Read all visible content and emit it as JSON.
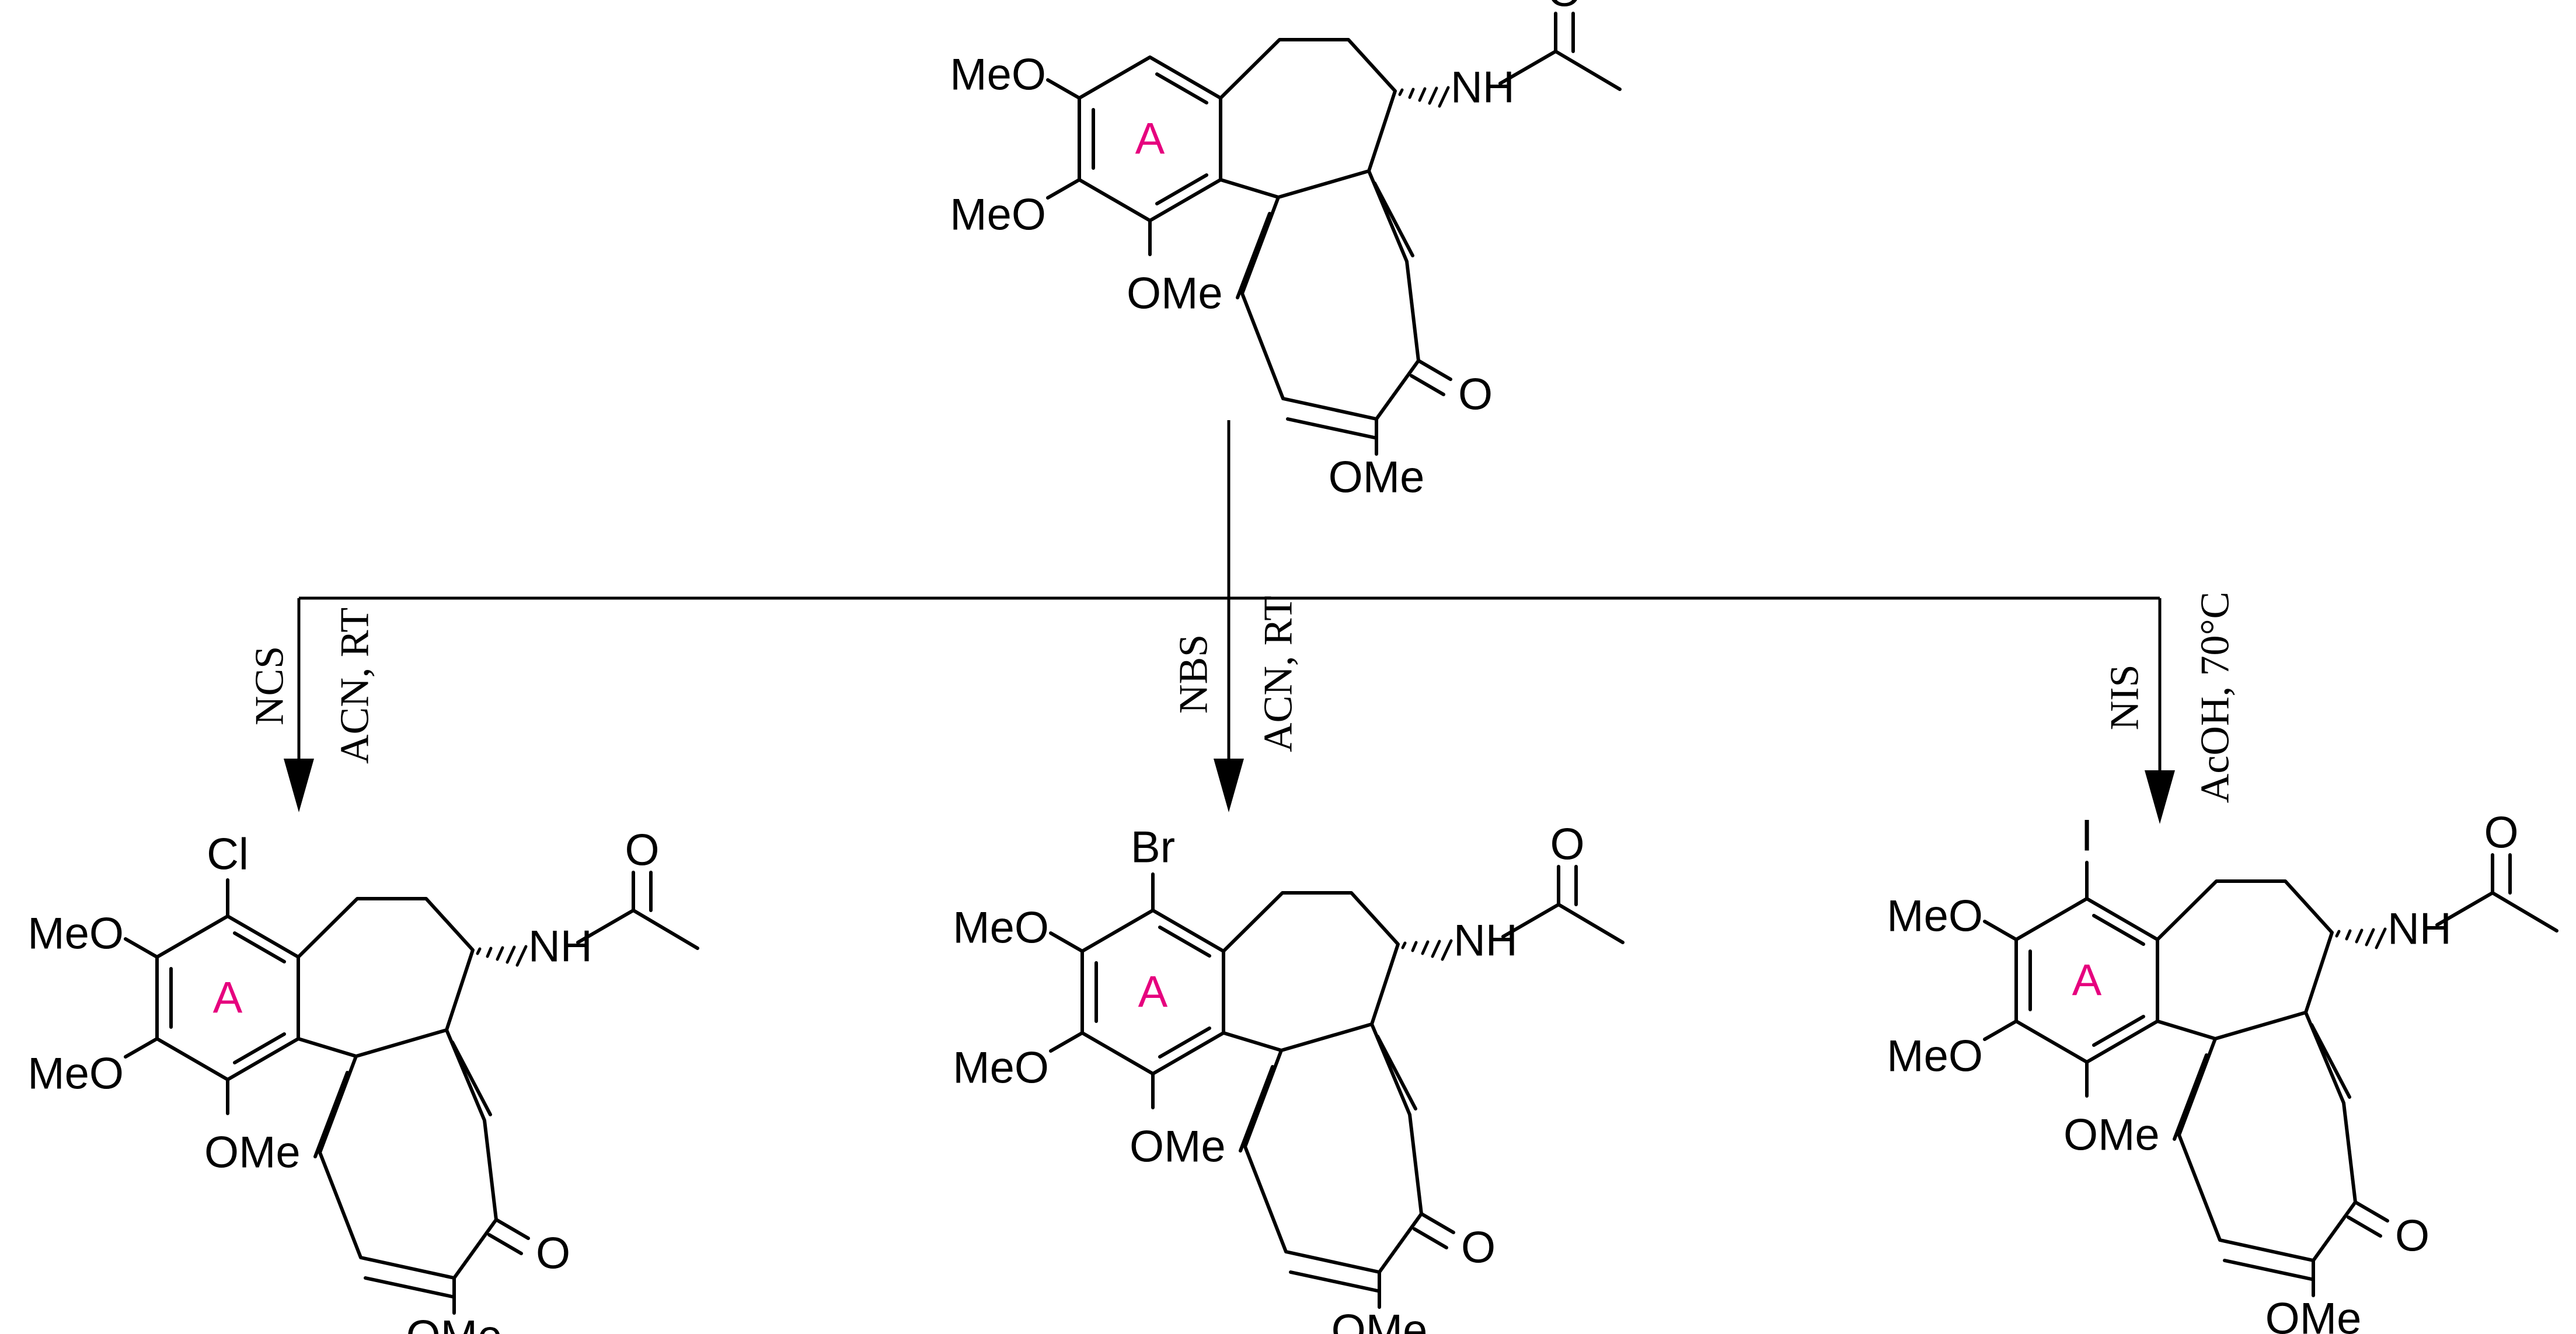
{
  "scheme": {
    "ring_label_color": "#e6007e",
    "starting_material": {
      "labels": {
        "ome_top": "MeO",
        "ome_mid": "MeO",
        "ome_bottom": "OMe",
        "ome_tropolone": "OMe",
        "nh": "NH",
        "ketone_o": "O",
        "acetyl_o": "O",
        "ring": "A"
      }
    },
    "products": [
      {
        "halogen": "Cl",
        "reagent": "NCS",
        "conditions": "ACN, RT",
        "labels": {
          "ome_top": "MeO",
          "ome_mid": "MeO",
          "ome_bottom": "OMe",
          "ome_tropolone": "OMe",
          "nh": "NH",
          "ketone_o": "O",
          "acetyl_o": "O",
          "ring": "A"
        }
      },
      {
        "halogen": "Br",
        "reagent": "NBS",
        "conditions": "ACN, RT",
        "labels": {
          "ome_top": "MeO",
          "ome_mid": "MeO",
          "ome_bottom": "OMe",
          "ome_tropolone": "OMe",
          "nh": "NH",
          "ketone_o": "O",
          "acetyl_o": "O",
          "ring": "A"
        }
      },
      {
        "halogen": "I",
        "reagent": "NIS",
        "conditions": "AcOH, 70°C",
        "labels": {
          "ome_top": "MeO",
          "ome_mid": "MeO",
          "ome_bottom": "OMe",
          "ome_tropolone": "OMe",
          "nh": "NH",
          "ketone_o": "O",
          "acetyl_o": "O",
          "ring": "A"
        }
      }
    ]
  }
}
